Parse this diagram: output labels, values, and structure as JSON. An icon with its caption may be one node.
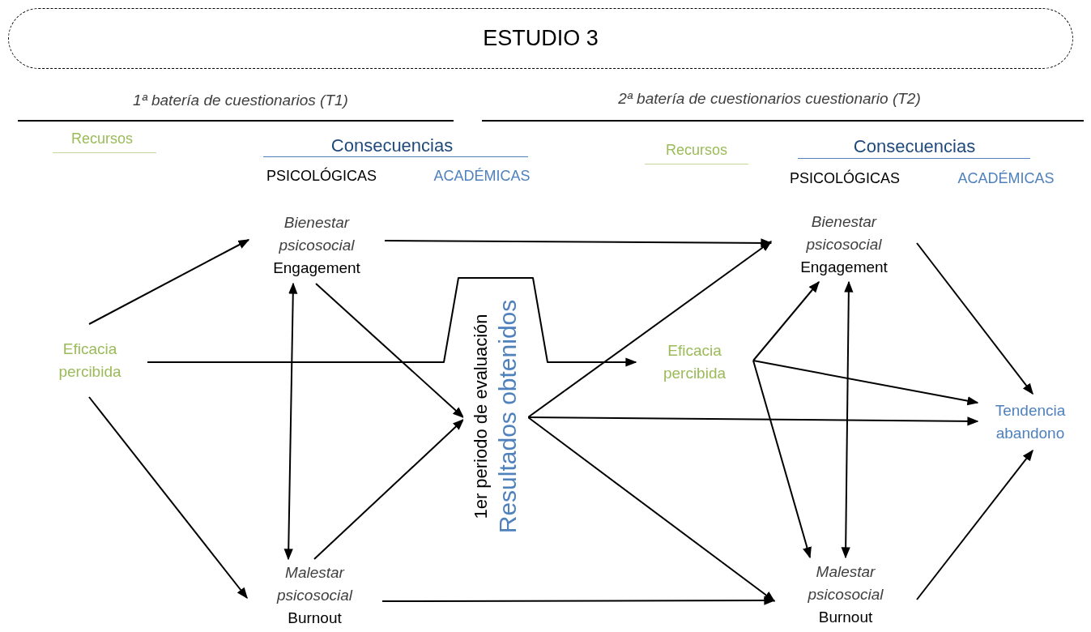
{
  "diagram": {
    "nodes": [
      {
        "text": [
          "ESTUDIO 3"
        ]
      },
      {
        "text": [
          "Eficacia percibida"
        ]
      },
      {
        "text": [
          "Bienestar psicosocial",
          "Engagement"
        ]
      },
      {
        "text": [
          "Malestar psicosocial",
          "Burnout"
        ]
      },
      {
        "text": [
          "1er periodo de evaluación",
          "Resultados obtenidos"
        ]
      },
      {
        "text": [
          "Eficacia percibida"
        ]
      },
      {
        "text": [
          "Bienestar psicosocial",
          "Engagement"
        ]
      },
      {
        "text": [
          "Malestar psicosocial",
          "Burnout"
        ]
      },
      {
        "text": [
          "Tendencia abandono"
        ]
      }
    ],
    "edges": [
      {
        "from": 1,
        "to": 2,
        "arrow": "to"
      },
      {
        "from": 1,
        "to": 3,
        "arrow": "to"
      },
      {
        "from": 1,
        "to": 5,
        "arrow": "to"
      },
      {
        "from": 2,
        "to": 3,
        "arrow": "both"
      },
      {
        "from": 2,
        "to": 4,
        "arrow": "to"
      },
      {
        "from": 3,
        "to": 4,
        "arrow": "to"
      },
      {
        "from": 2,
        "to": 6,
        "arrow": "to"
      },
      {
        "from": 3,
        "to": 7,
        "arrow": "to"
      },
      {
        "from": 4,
        "to": 6,
        "arrow": "to"
      },
      {
        "from": 4,
        "to": 8,
        "arrow": "to"
      },
      {
        "from": 4,
        "to": 7,
        "arrow": "to"
      },
      {
        "from": 5,
        "to": 6,
        "arrow": "to"
      },
      {
        "from": 5,
        "to": 8,
        "arrow": "to"
      },
      {
        "from": 5,
        "to": 7,
        "arrow": "to"
      },
      {
        "from": 6,
        "to": 7,
        "arrow": "both"
      },
      {
        "from": 6,
        "to": 8,
        "arrow": "to"
      },
      {
        "from": 7,
        "to": 8,
        "arrow": "to"
      }
    ],
    "labels": [
      "1ª batería de cuestionarios (T1)",
      "2ª batería de cuestionarios cuestionario (T2)",
      "Recursos",
      "Consecuencias",
      "PSICOLÓGICAS",
      "ACADÉMICAS",
      "Recursos",
      "Consecuencias",
      "PSICOLÓGICAS",
      "ACADÉMICAS"
    ]
  }
}
